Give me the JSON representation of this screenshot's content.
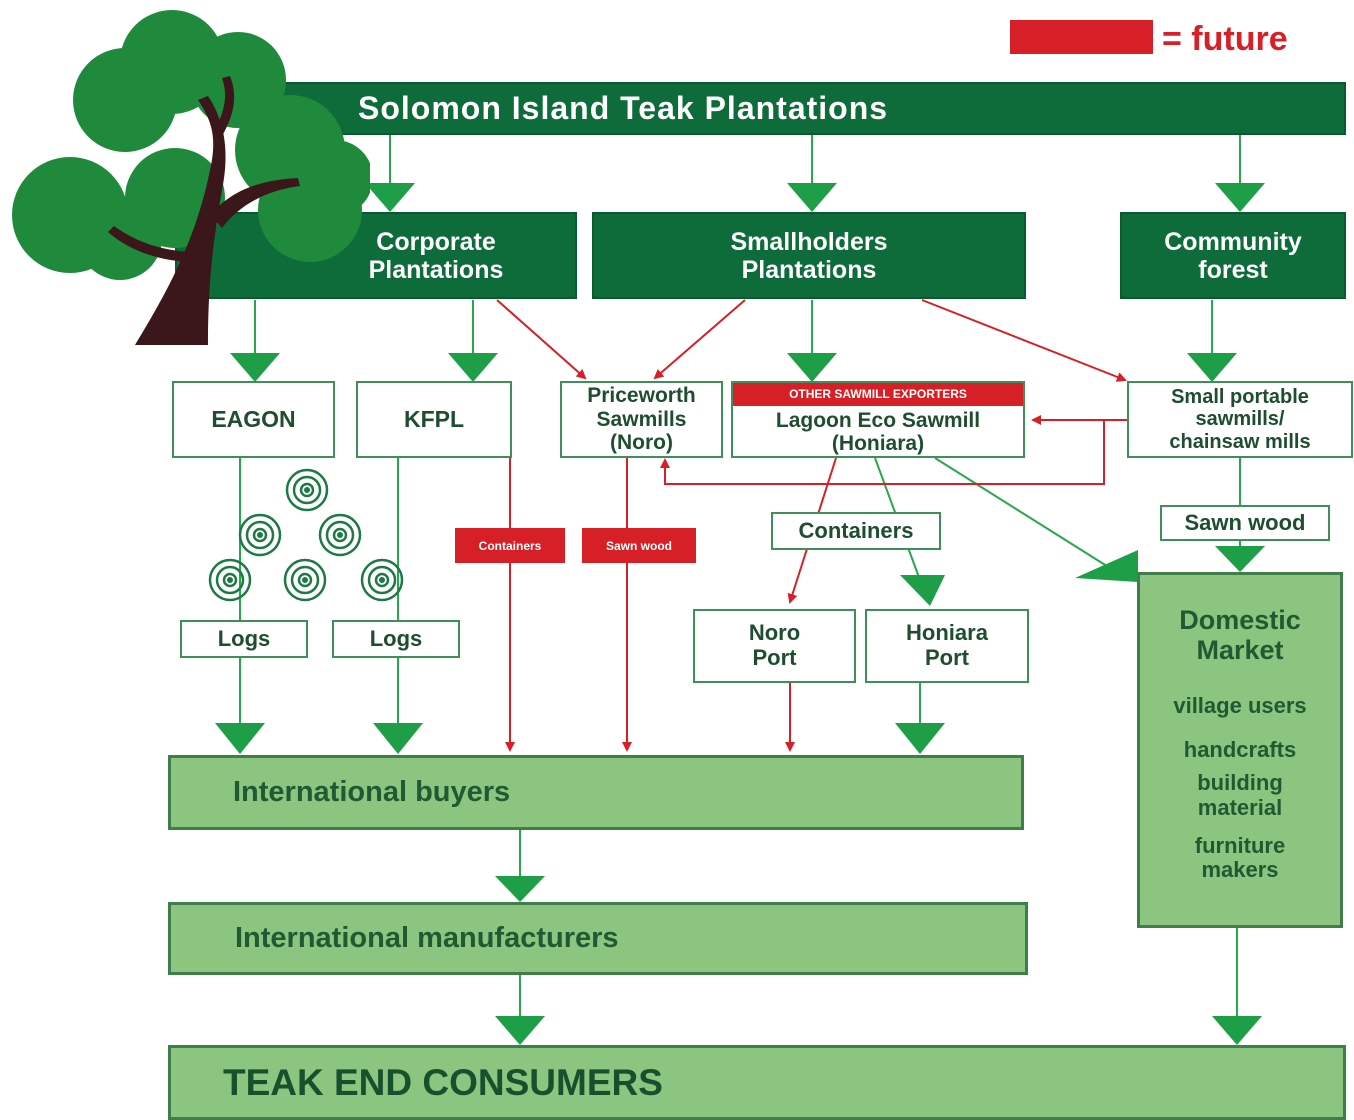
{
  "title": "Solomon Island Teak Plantations",
  "legend": {
    "label": "= future",
    "color": "#d61f26"
  },
  "colors": {
    "dark_green": "#0e6b3a",
    "medium_green": "#8cc57f",
    "line_green": "#27a84a",
    "future_red": "#d61f26"
  },
  "tiers": {
    "corporate": {
      "line1": "Corporate",
      "line2": "Plantations"
    },
    "smallholders": {
      "line1": "Smallholders",
      "line2": "Plantations"
    },
    "community": {
      "line1": "Community",
      "line2": "forest"
    }
  },
  "processors": {
    "eagon": "EAGON",
    "kfpl": "KFPL",
    "priceworth": {
      "line1": "Priceworth",
      "line2": "Sawmills",
      "line3": "(Noro)"
    },
    "lagoon": {
      "tag": "OTHER SAWMILL EXPORTERS",
      "line1": "Lagoon Eco Sawmill",
      "line2": "(Honiara)"
    },
    "portable": {
      "line1": "Small portable",
      "line2": "sawmills/",
      "line3": "chainsaw mills"
    }
  },
  "labels": {
    "logs_left": "Logs",
    "logs_right": "Logs",
    "containers_future": "Containers",
    "sawn_wood_future": "Sawn wood",
    "containers": "Containers",
    "sawn_wood": "Sawn wood"
  },
  "ports": {
    "noro": {
      "line1": "Noro",
      "line2": "Port"
    },
    "honiara": {
      "line1": "Honiara",
      "line2": "Port"
    }
  },
  "domestic": {
    "title_line1": "Domestic",
    "title_line2": "Market",
    "items": [
      "village users",
      "handcrafts",
      "building material",
      "furniture makers"
    ]
  },
  "destinations": {
    "buyers": "International buyers",
    "manufacturers": "International manufacturers",
    "consumers": "TEAK END CONSUMERS"
  },
  "icons": [
    "tree-logo-icon",
    "log-stack-icon"
  ]
}
